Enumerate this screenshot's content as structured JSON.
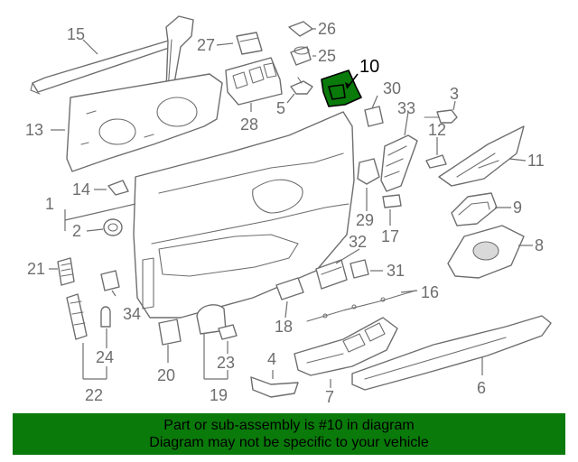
{
  "diagram": {
    "highlighted_part": "10",
    "highlight_color": "#0a7a0a",
    "line_color": "#6e6e6e",
    "callouts": [
      "1",
      "2",
      "3",
      "4",
      "5",
      "6",
      "7",
      "8",
      "9",
      "10",
      "11",
      "12",
      "13",
      "14",
      "15",
      "16",
      "17",
      "18",
      "19",
      "20",
      "21",
      "22",
      "23",
      "24",
      "25",
      "26",
      "27",
      "28",
      "29",
      "30",
      "31",
      "32",
      "33",
      "34"
    ]
  },
  "banner": {
    "line1": "Part or sub-assembly is #10 in diagram",
    "line2": "Diagram may not be specific to your vehicle",
    "background": "#0a7a0a"
  }
}
